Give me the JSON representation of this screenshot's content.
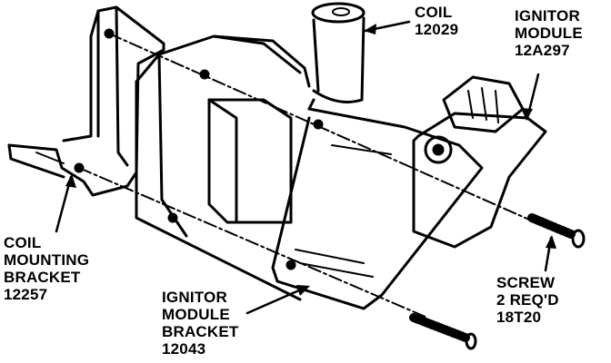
{
  "labels": {
    "coil": {
      "name": "COIL",
      "part": "12029"
    },
    "ignitor_module": {
      "line1": "IGNITOR",
      "line2": "MODULE",
      "part": "12A297"
    },
    "coil_mounting_bracket": {
      "line1": "COIL",
      "line2": "MOUNTING",
      "line3": "BRACKET",
      "part": "12257"
    },
    "ignitor_module_bracket": {
      "line1": "IGNITOR",
      "line2": "MODULE",
      "line3": "BRACKET",
      "part": "12043"
    },
    "screw": {
      "name": "SCREW",
      "qty": "2 REQ'D",
      "part": "18T20"
    }
  },
  "colors": {
    "ink": "#000000",
    "paper": "#ffffff"
  }
}
